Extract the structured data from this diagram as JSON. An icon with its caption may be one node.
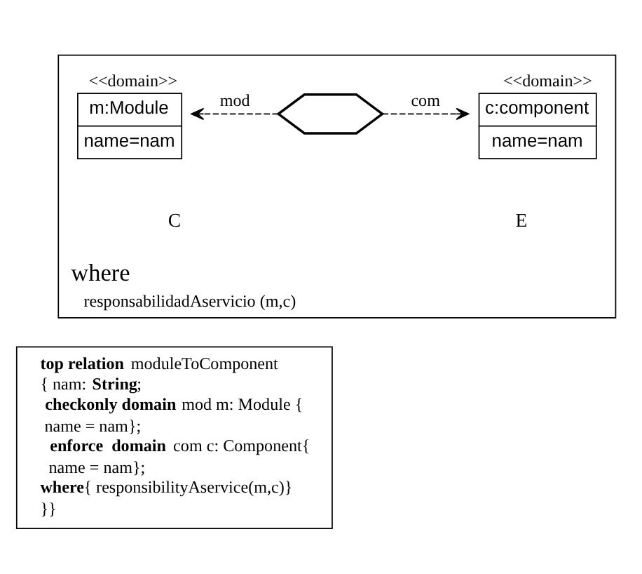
{
  "diagram": {
    "nodes": [
      {
        "text": [
          "where",
          "responsabilidadAservicio (m,c)"
        ]
      },
      {
        "text": [
          "<<domain>>",
          "m:Module",
          "name=nam"
        ],
        "in": 0
      },
      {
        "text": [],
        "shape": "hexagon",
        "in": 0
      },
      {
        "text": [
          "<<domain>>",
          "c:component",
          "name=nam"
        ],
        "in": 0
      },
      {
        "text": [
          "**top relation** moduleToComponent",
          "{ nam: **String**;",
          " **checkonly domain** mod m: Module {",
          " name = nam};",
          "  **enforce  domain** com c: Component{",
          "  name = nam};",
          "**where**{ responsibilityAservice(m,c)}",
          "}}"
        ]
      }
    ],
    "edges": [
      {
        "from": 2,
        "to": 1,
        "arrow": "to",
        "style": "dashed",
        "label": "mod"
      },
      {
        "from": 2,
        "to": 3,
        "arrow": "to",
        "style": "dashed",
        "label": "com"
      }
    ],
    "labels": [
      "C",
      "E"
    ]
  }
}
